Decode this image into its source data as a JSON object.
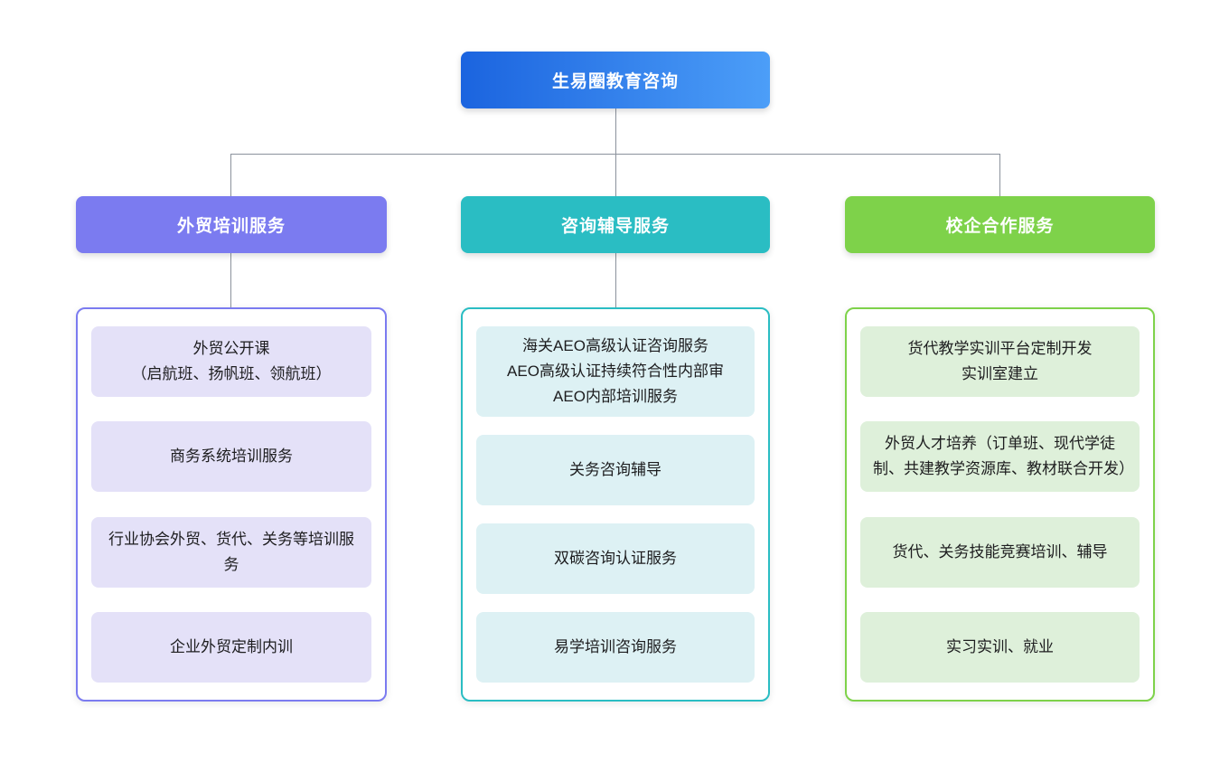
{
  "canvas": {
    "background_color": "#ffffff",
    "connector_color": "#8b929c"
  },
  "root": {
    "label": "生易圈教育咨询",
    "gradient_start_color": "#1b64df",
    "gradient_end_color": "#4c9ef8",
    "text_color": "#ffffff"
  },
  "branches": [
    {
      "label": "外贸培训服务",
      "accent_color": "#7b7bf0",
      "item_background_color": "#e4e1f8",
      "items": [
        [
          "外贸公开课",
          "（启航班、扬帆班、领航班）"
        ],
        [
          "商务系统培训服务"
        ],
        [
          "行业协会外贸、货代、关务等培训服务"
        ],
        [
          "企业外贸定制内训"
        ]
      ]
    },
    {
      "label": "咨询辅导服务",
      "accent_color": "#2abdc3",
      "item_background_color": "#ddf1f4",
      "items": [
        [
          "海关AEO高级认证咨询服务",
          "AEO高级认证持续符合性内部审",
          "AEO内部培训服务"
        ],
        [
          "关务咨询辅导"
        ],
        [
          "双碳咨询认证服务"
        ],
        [
          "易学培训咨询服务"
        ]
      ]
    },
    {
      "label": "校企合作服务",
      "accent_color": "#7ed24a",
      "item_background_color": "#def0da",
      "items": [
        [
          "货代教学实训平台定制开发",
          "实训室建立"
        ],
        [
          "外贸人才培养（订单班、现代学徒制、共建教学资源库、教材联合开发）"
        ],
        [
          "货代、关务技能竞赛培训、辅导"
        ],
        [
          "实习实训、就业"
        ]
      ]
    }
  ]
}
